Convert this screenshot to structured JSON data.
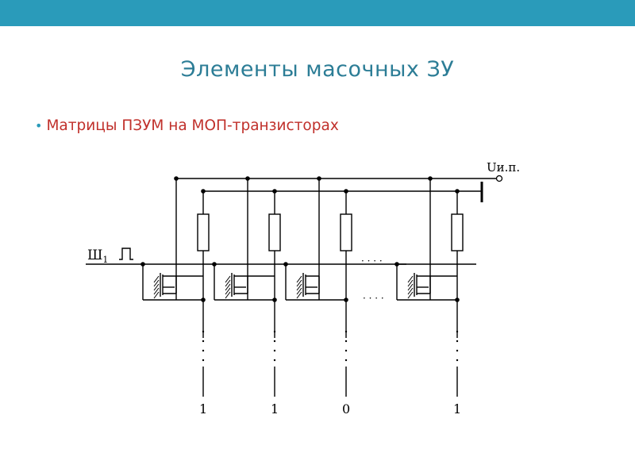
{
  "header": {
    "bar_color": "#2a9bba"
  },
  "slide": {
    "title": "Элементы масочных ЗУ",
    "bullet": "Матрицы ПЗУМ на МОП-транзисторах"
  },
  "diagram": {
    "supply_label": "Uи.п.",
    "wordline_label": "Ш",
    "wordline_subscript": "1",
    "ellipsis": "· · · ·",
    "columns": [
      {
        "bit": "1"
      },
      {
        "bit": "1"
      },
      {
        "bit": "0"
      },
      {
        "bit": "1"
      }
    ]
  }
}
